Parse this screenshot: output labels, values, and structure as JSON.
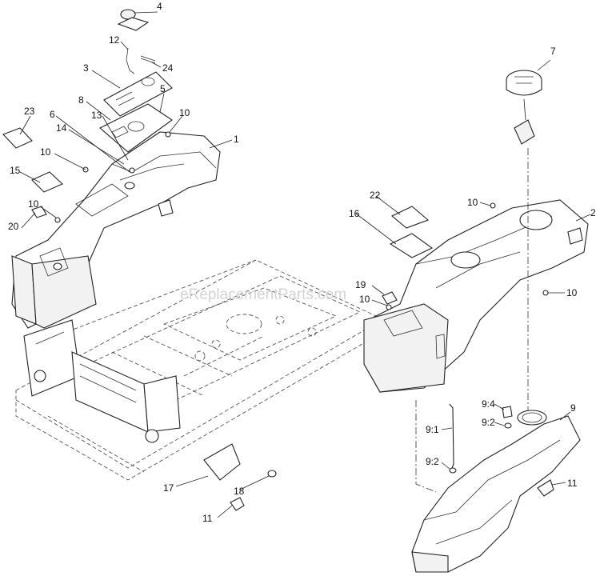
{
  "watermark": "eReplacementParts.com",
  "callouts": {
    "c4": "4",
    "c12": "12",
    "c24": "24",
    "c3": "3",
    "c8": "8",
    "c5": "5",
    "c23": "23",
    "c13": "13",
    "c6": "6",
    "c14": "14",
    "c10a": "10",
    "c1": "1",
    "c10b": "10",
    "c15": "15",
    "c10c": "10",
    "c20": "20",
    "c7": "7",
    "c22": "22",
    "c10d": "10",
    "c2": "2",
    "c16": "16",
    "c19": "19",
    "c10e": "10",
    "c10f": "10",
    "c9_4": "9:4",
    "c9": "9",
    "c9_2a": "9:2",
    "c9_1": "9:1",
    "c9_2b": "9:2",
    "c11a": "11",
    "c17": "17",
    "c18": "18",
    "c11b": "11"
  }
}
